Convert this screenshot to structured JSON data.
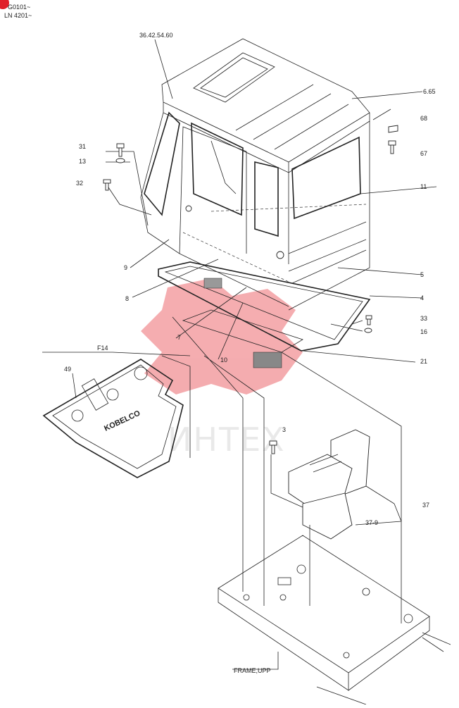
{
  "corner_serials": [
    "G0101~",
    "LN 4201~"
  ],
  "watermark": {
    "text": "ИНТЕХ",
    "color": "#e8494f"
  },
  "callouts": [
    {
      "id": "c-36",
      "text": "36.42.54.60"
    },
    {
      "id": "c-665",
      "text": "6.65"
    },
    {
      "id": "c-68",
      "text": "68"
    },
    {
      "id": "c-67",
      "text": "67"
    },
    {
      "id": "c-31",
      "text": "31"
    },
    {
      "id": "c-13",
      "text": "13"
    },
    {
      "id": "c-32",
      "text": "32"
    },
    {
      "id": "c-11",
      "text": "11"
    },
    {
      "id": "c-9",
      "text": "9"
    },
    {
      "id": "c-5",
      "text": "5"
    },
    {
      "id": "c-8",
      "text": "8"
    },
    {
      "id": "c-4",
      "text": "4"
    },
    {
      "id": "c-33",
      "text": "33"
    },
    {
      "id": "c-16",
      "text": "16"
    },
    {
      "id": "c-7",
      "text": "7"
    },
    {
      "id": "c-10",
      "text": "10"
    },
    {
      "id": "c-21",
      "text": "21"
    },
    {
      "id": "c-f14",
      "text": "F14"
    },
    {
      "id": "c-49",
      "text": "49"
    },
    {
      "id": "c-3",
      "text": "3"
    },
    {
      "id": "c-37",
      "text": "37"
    },
    {
      "id": "c-379",
      "text": "37-9"
    },
    {
      "id": "c-frame",
      "text": "FRAME,UPP"
    }
  ]
}
